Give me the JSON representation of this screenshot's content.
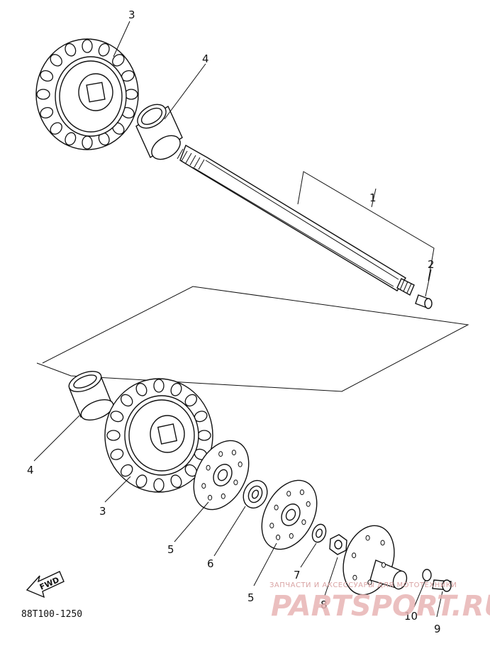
{
  "diagram": {
    "code": "88T100-1250",
    "fwd_label": "FWD",
    "callouts": [
      "1",
      "2",
      "3",
      "4",
      "3",
      "4",
      "5",
      "6",
      "5",
      "7",
      "8",
      "10",
      "9"
    ]
  },
  "watermark": {
    "small": "ЗАПЧАСТИ И АКСЕССУАРЫ ДЛЯ МОТОТЕХНИКИ",
    "big": "PARTSPORT.RU"
  }
}
